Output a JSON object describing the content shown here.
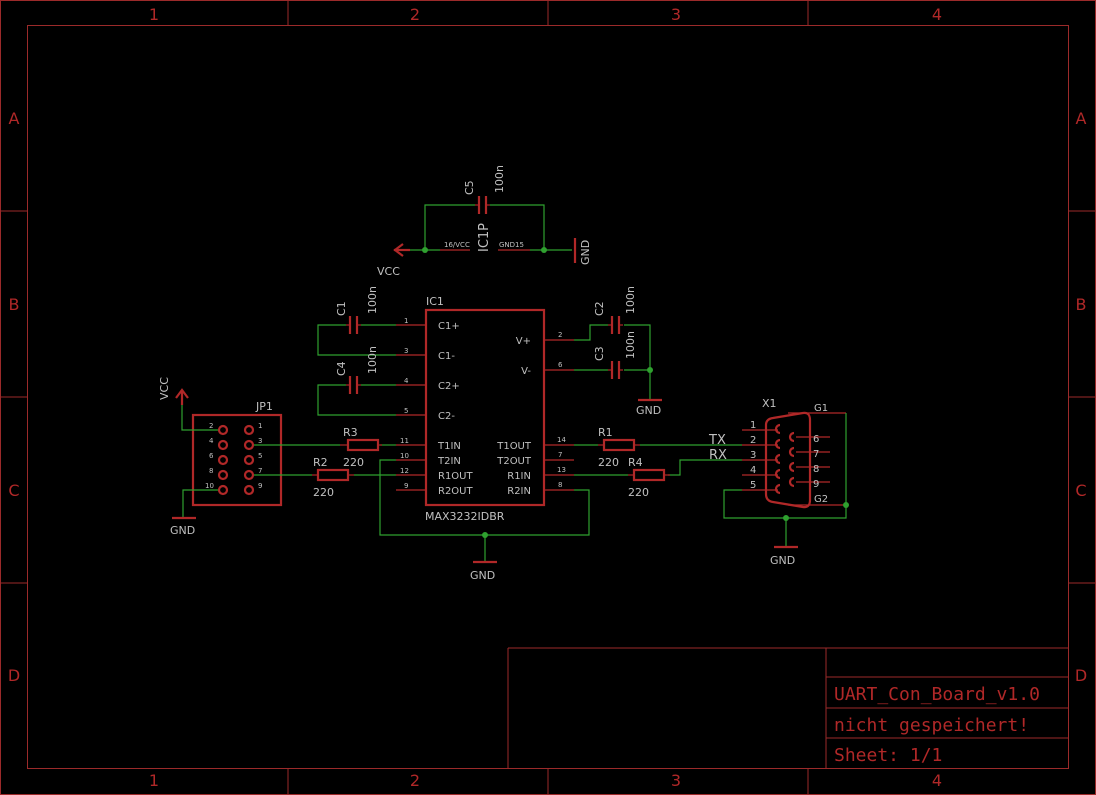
{
  "frame": {
    "columns": [
      "1",
      "2",
      "3",
      "4"
    ],
    "rows": [
      "A",
      "B",
      "C",
      "D"
    ]
  },
  "title_block": {
    "project": "UART_Con_Board_v1.0",
    "status": "nicht gespeichert!",
    "sheet": "Sheet: 1/1"
  },
  "power": {
    "vcc": "VCC",
    "gnd": "GND"
  },
  "ic": {
    "name": "IC1",
    "value": "MAX3232IDBR",
    "power_part": "IC1P",
    "power_pins": {
      "vcc": "16/VCC",
      "gnd": "GND15"
    },
    "left_pins": [
      {
        "num": "1",
        "name": "C1+"
      },
      {
        "num": "3",
        "name": "C1-"
      },
      {
        "num": "4",
        "name": "C2+"
      },
      {
        "num": "5",
        "name": "C2-"
      },
      {
        "num": "11",
        "name": "T1IN"
      },
      {
        "num": "10",
        "name": "T2IN"
      },
      {
        "num": "12",
        "name": "R1OUT"
      },
      {
        "num": "9",
        "name": "R2OUT"
      }
    ],
    "right_pins": [
      {
        "num": "2",
        "name": "V+"
      },
      {
        "num": "6",
        "name": "V-"
      },
      {
        "num": "14",
        "name": "T1OUT"
      },
      {
        "num": "7",
        "name": "T2OUT"
      },
      {
        "num": "13",
        "name": "R1IN"
      },
      {
        "num": "8",
        "name": "R2IN"
      }
    ]
  },
  "capacitors": [
    {
      "name": "C1",
      "value": "100n"
    },
    {
      "name": "C4",
      "value": "100n"
    },
    {
      "name": "C2",
      "value": "100n"
    },
    {
      "name": "C3",
      "value": "100n"
    },
    {
      "name": "C5",
      "value": "100n"
    }
  ],
  "resistors": [
    {
      "name": "R3",
      "value": "220"
    },
    {
      "name": "R2",
      "value": "220"
    },
    {
      "name": "R1",
      "value": "220"
    },
    {
      "name": "R4",
      "value": "220"
    }
  ],
  "header": {
    "name": "JP1",
    "left_pins": [
      "2",
      "4",
      "6",
      "8",
      "10"
    ],
    "right_pins": [
      "1",
      "3",
      "5",
      "7",
      "9"
    ]
  },
  "connector": {
    "name": "X1",
    "left_pins": [
      "1",
      "2",
      "3",
      "4",
      "5"
    ],
    "right_pins": [
      "6",
      "7",
      "8",
      "9"
    ],
    "g1": "G1",
    "g2": "G2"
  },
  "nets": {
    "tx": "TX",
    "rx": "RX"
  }
}
